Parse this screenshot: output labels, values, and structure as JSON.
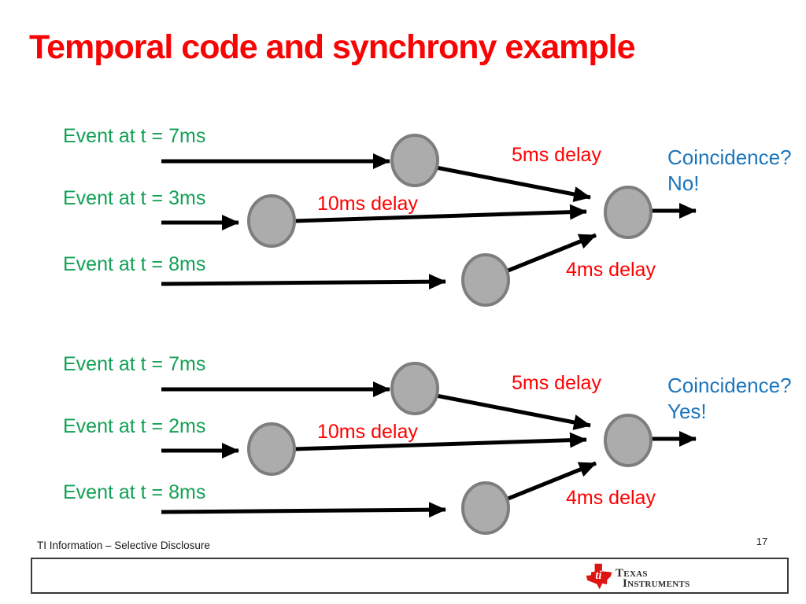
{
  "title": "Temporal code and synchrony example",
  "diagrams": [
    {
      "events": [
        "Event at t = 7ms",
        "Event at t = 3ms",
        "Event at t = 8ms"
      ],
      "delay_top": "5ms delay",
      "delay_middle": "10ms delay",
      "delay_bottom": "4ms delay",
      "coincidence_question": "Coincidence?",
      "coincidence_answer": "No!"
    },
    {
      "events": [
        "Event at t = 7ms",
        "Event at t = 2ms",
        "Event at t = 8ms"
      ],
      "delay_top": "5ms delay",
      "delay_middle": "10ms delay",
      "delay_bottom": "4ms delay",
      "coincidence_question": "Coincidence?",
      "coincidence_answer": "Yes!"
    }
  ],
  "footer": {
    "classification": "TI Information – Selective Disclosure",
    "page_number": "17",
    "logo": {
      "monogram": "ti",
      "line1": "Texas",
      "line2": "Instruments"
    }
  },
  "colors": {
    "title_red": "#f70505",
    "event_green": "#12a155",
    "delay_red": "#fe0000",
    "coincidence_blue": "#1b75bc",
    "node_fill": "#acacac",
    "node_stroke": "#7e7e7e",
    "line_black": "#000000",
    "ti_logo_red": "#dd1512"
  }
}
